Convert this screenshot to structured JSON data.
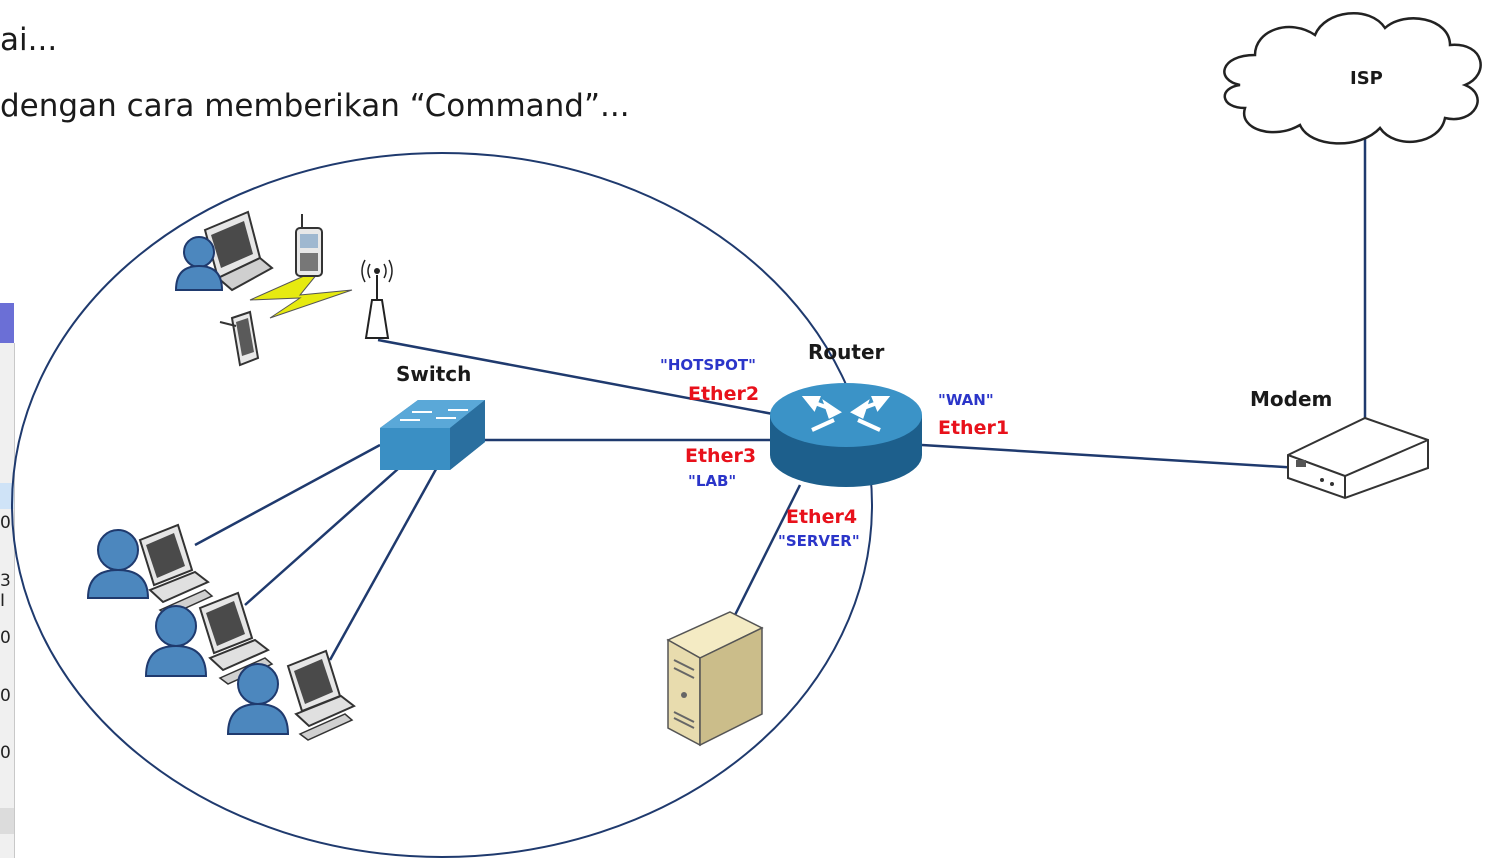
{
  "slide": {
    "bullet_1": "ai...",
    "bullet_2": "dengan cara memberikan “Command”..."
  },
  "devices": {
    "isp": "ISP",
    "router": "Router",
    "switch": "Switch",
    "modem": "Modem"
  },
  "ports": {
    "hotspot": {
      "alias": "\"HOTSPOT\"",
      "name": "Ether2"
    },
    "wan": {
      "alias": "\"WAN\"",
      "name": "Ether1"
    },
    "lab": {
      "alias": "\"LAB\"",
      "name": "Ether3"
    },
    "server": {
      "alias": "\"SERVER\"",
      "name": "Ether4"
    }
  },
  "side_panel": {
    "cells": [
      "0",
      "3 I",
      "0",
      "0",
      "0"
    ]
  },
  "colors": {
    "port_name": "#e8111b",
    "port_alias": "#2b35c9",
    "link": "#1f3a6e",
    "router_body": "#2b82b8",
    "switch_body": "#3a8fc4",
    "lightning": "#e6ea10"
  },
  "icons": [
    "cloud-icon",
    "router-icon",
    "switch-icon",
    "modem-icon",
    "server-icon",
    "laptop-icon",
    "phone-icon",
    "tablet-icon",
    "antenna-icon",
    "wireless-lightning-icon",
    "user-icon",
    "desktop-computer-icon"
  ]
}
